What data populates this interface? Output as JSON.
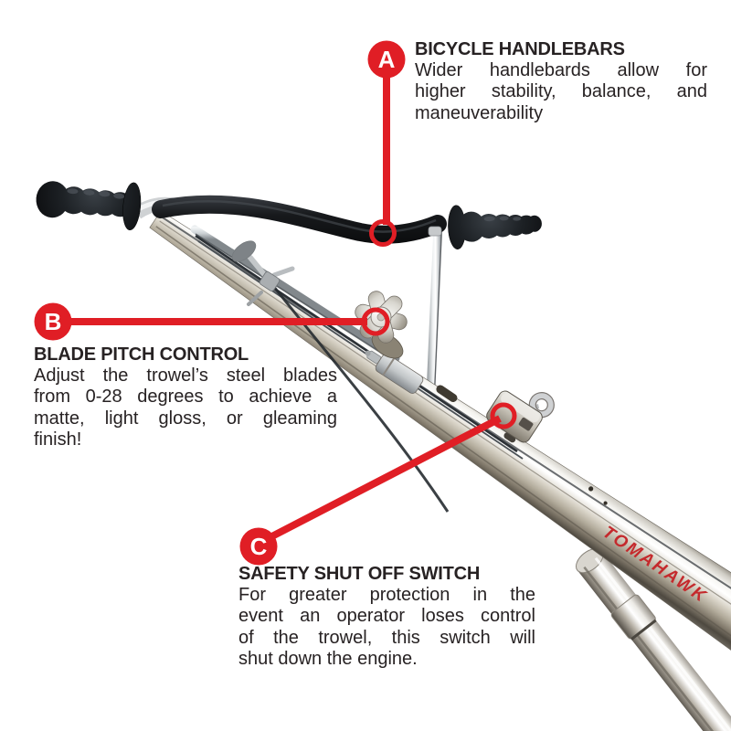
{
  "accent_color": "#e01e25",
  "text_color": "#272223",
  "brand": {
    "pole_label": "TOMAHAWK"
  },
  "callouts": [
    {
      "letter": "A",
      "title": "BICYCLE HANDLEBARS",
      "lines": [
        "Wider handlebards allow for",
        "higher stability, balance, and",
        "maneuverability"
      ]
    },
    {
      "letter": "B",
      "title": "BLADE PITCH CONTROL",
      "lines": [
        "Adjust the trowel’s steel blades",
        "from 0-28 degrees to achieve a",
        "matte, light gloss, or gleaming",
        "finish!"
      ]
    },
    {
      "letter": "C",
      "title": "SAFETY SHUT OFF SWITCH",
      "lines": [
        "For greater protection in the",
        "event an operator loses control",
        "of the trowel, this switch will",
        "shut down the engine."
      ]
    }
  ]
}
